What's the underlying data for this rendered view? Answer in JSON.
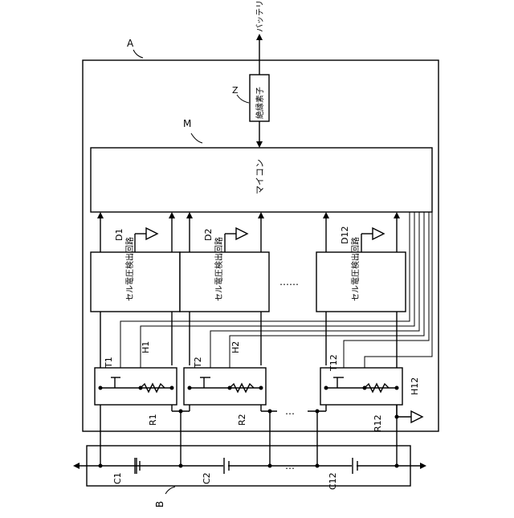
{
  "labels": {
    "battery_ecu": "バッテリECU",
    "unit_a": "A",
    "unit_b": "B",
    "isolation_ref": "Z",
    "isolation": "絶縁素子",
    "micon_ref": "M",
    "micon": "マイコン",
    "detector_text": "セル電圧検出回路",
    "dots": "……",
    "dots_short": "…"
  },
  "detectors": [
    {
      "ref": "D1"
    },
    {
      "ref": "D2"
    },
    {
      "ref": "D12"
    }
  ],
  "cells": [
    {
      "transistor": "T1",
      "heater": "H1",
      "resistor": "R1",
      "cell": "C1"
    },
    {
      "transistor": "T2",
      "heater": "H2",
      "resistor": "R2",
      "cell": "C2"
    },
    {
      "transistor": "T12",
      "heater": "H12",
      "resistor": "R12",
      "cell": "C12"
    }
  ]
}
